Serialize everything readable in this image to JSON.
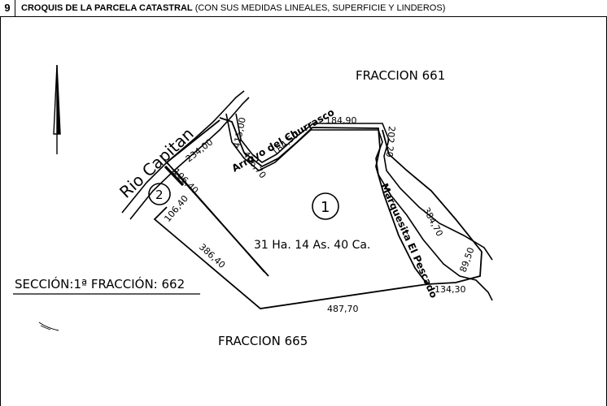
{
  "header": {
    "number": "9",
    "title": "CROQUIS DE LA PARCELA CATASTRAL",
    "subtitle": "(CON SUS MEDIDAS LINEALES, SUPERFICIE Y LINDEROS)"
  },
  "labels": {
    "fraccion_north": "FRACCION 661",
    "fraccion_south": "FRACCION 665",
    "seccion": "SECCIÓN:1ª   FRACCIÓN: 662",
    "area": "31 Ha. 14 As. 40 Ca.",
    "parcel_1": "1",
    "parcel_2": "2",
    "rio_capitan": "Rio Capitan",
    "arroyo_churrasco": "Arroyo del Churrasco",
    "arroyo_pescado": "Marquesita El Pescado"
  },
  "measurements": {
    "m_234": "234,00",
    "m_415": "415,00",
    "m_406_70": "406,70",
    "m_184_50": "184,50",
    "m_184_90": "184,90",
    "m_202_20": "202,20",
    "m_106_40a": "106,40",
    "m_106_40b": "106,40",
    "m_386_40": "386,40",
    "m_384_70": "384,70",
    "m_89_50": "89,50",
    "m_134_30": "134,30",
    "m_487_70": "487,70"
  }
}
